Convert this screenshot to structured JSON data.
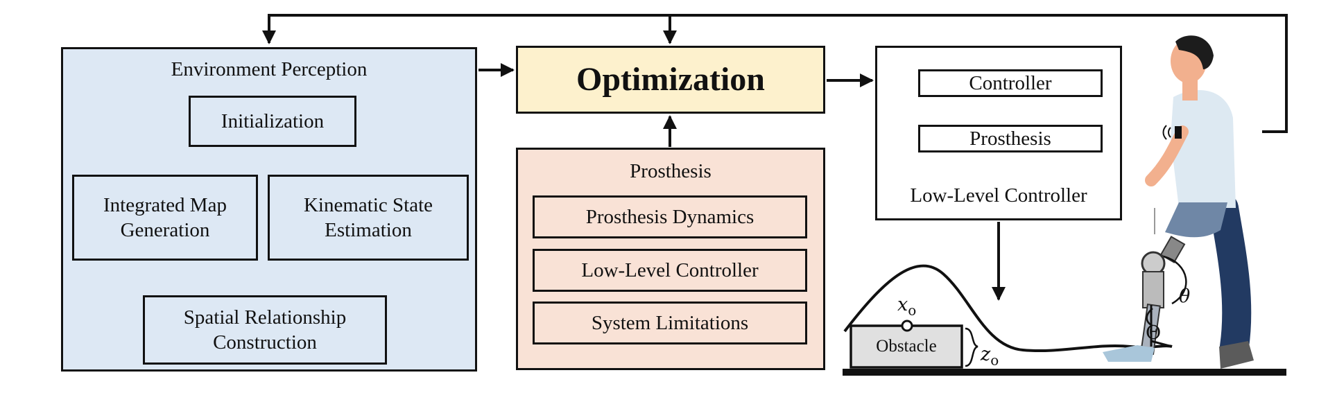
{
  "env": {
    "title": "Environment Perception",
    "initialization": "Initialization",
    "map_gen": "Integrated Map Generation",
    "kinematic": "Kinematic State Estimation",
    "spatial": "Spatial Relationship Construction"
  },
  "opt": {
    "title": "Optimization"
  },
  "prosthesis": {
    "title": "Prosthesis",
    "items": [
      "Prosthesis Dynamics",
      "Low-Level Controller",
      "System Limitations"
    ]
  },
  "llc": {
    "title": "Low-Level Controller",
    "controller": "Controller",
    "prosthesis": "Prosthesis"
  },
  "scene": {
    "obstacle_label": "Obstacle",
    "x_o": "x",
    "x_o_sub": "o",
    "z_o": "z",
    "z_o_sub": "o",
    "theta_small": "θ",
    "theta_big": "Θ"
  }
}
